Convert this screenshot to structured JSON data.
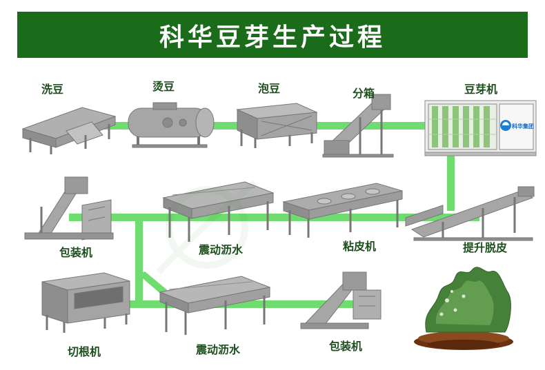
{
  "header": {
    "title": "科华豆芽生产过程"
  },
  "brand": {
    "logo_text": "科华集团"
  },
  "stages": {
    "row1": [
      {
        "label": "洗豆"
      },
      {
        "label": "烫豆"
      },
      {
        "label": "泡豆"
      },
      {
        "label": "分箱"
      },
      {
        "label": "豆芽机"
      }
    ],
    "row2": [
      {
        "label": "包装机"
      },
      {
        "label": "震动沥水"
      },
      {
        "label": "粘皮机"
      },
      {
        "label": "提升脱皮"
      }
    ],
    "row3": [
      {
        "label": "切根机"
      },
      {
        "label": "震动沥水"
      },
      {
        "label": "包装机"
      }
    ]
  },
  "colors": {
    "header_bg": "#1a6b1a",
    "label_text": "#1c4f1c",
    "connector_green": "#6edc6e",
    "machine_gray": "#a6a6a6",
    "logo_blue": "#1e7fd2"
  }
}
